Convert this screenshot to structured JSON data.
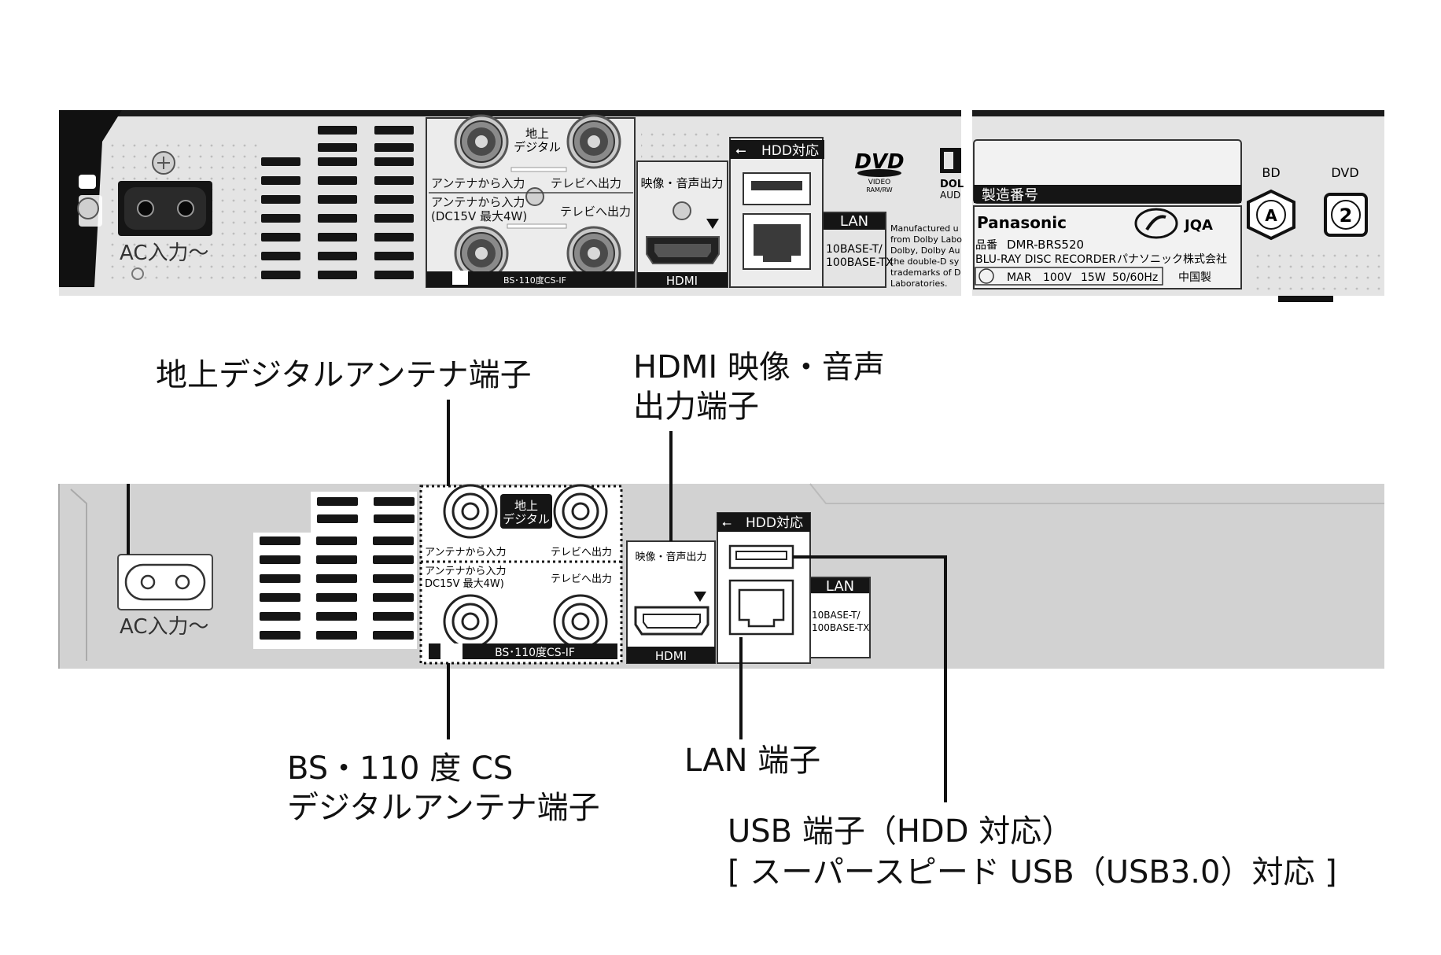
{
  "photo": {
    "ac_label": "AC入力〜",
    "terrestrial_label": "地上\nデジタル",
    "antenna_in": "アンテナから入力",
    "tv_out": "テレビへ出力",
    "bs_antenna_in": "アンテナから入力",
    "bs_power": "(DC15V 最大4W)",
    "bs_tv_out": "テレビへ出力",
    "bs_label": "BS･110度CS-IF",
    "av_out": "映像・音声出力",
    "hdmi": "HDMI",
    "hdd_label": "HDD対応",
    "lan": "LAN",
    "lan_spec1": "10BASE-T/",
    "lan_spec2": "100BASE-TX",
    "dvd_logo": "DVD",
    "dvd_sub": "VIDEO",
    "dvd_sub2": "RAM/RW",
    "dolby_text": [
      "Manufactured u",
      "from Dolby Labo",
      "Dolby, Dolby Au",
      "the double-D sy",
      "trademarks of D",
      "Laboratories."
    ],
    "serial_label": "製造番号",
    "brand": "Panasonic",
    "jqa": "JQA",
    "model_prefix": "品番",
    "model": "DMR-BRS520",
    "product": "BLU-RAY DISC RECORDER",
    "maker": "パナソニック株式会社",
    "rating": [
      "MAR",
      "100V",
      "15W",
      "50/60Hz"
    ],
    "origin": "中国製",
    "bd": "BD",
    "dvd": "DVD",
    "region_bd": "A",
    "region_dvd": "2"
  },
  "diagram": {
    "ac_label": "AC入力〜",
    "terrestrial_label": "地上\nデジタル",
    "antenna_in": "アンテナから入力",
    "tv_out": "テレビへ出力",
    "bs_antenna_in": "アンテナから入力",
    "bs_power": "DC15V 最大4W)",
    "bs_tv_out": "テレビへ出力",
    "bs_label": "BS･110度CS-IF",
    "av_out": "映像・音声出力",
    "hdmi": "HDMI",
    "hdd_label": "HDD対応",
    "lan": "LAN",
    "lan_spec1": "10BASE-T/",
    "lan_spec2": "100BASE-TX"
  },
  "callouts": {
    "terrestrial": "地上デジタルアンテナ端子",
    "hdmi_line1": "HDMI 映像・音声",
    "hdmi_line2": "出力端子",
    "bs_line1": "BS・110 度 CS",
    "bs_line2": "デジタルアンテナ端子",
    "lan": "LAN 端子",
    "usb_line1": "USB 端子（HDD 対応）",
    "usb_line2": "[ スーパースピード USB（USB3.0）対応 ]"
  },
  "colors": {
    "panel_photo": "#e4e4e4",
    "panel_diagram": "#d2d2d2",
    "dark": "#151515",
    "white": "#ffffff"
  }
}
